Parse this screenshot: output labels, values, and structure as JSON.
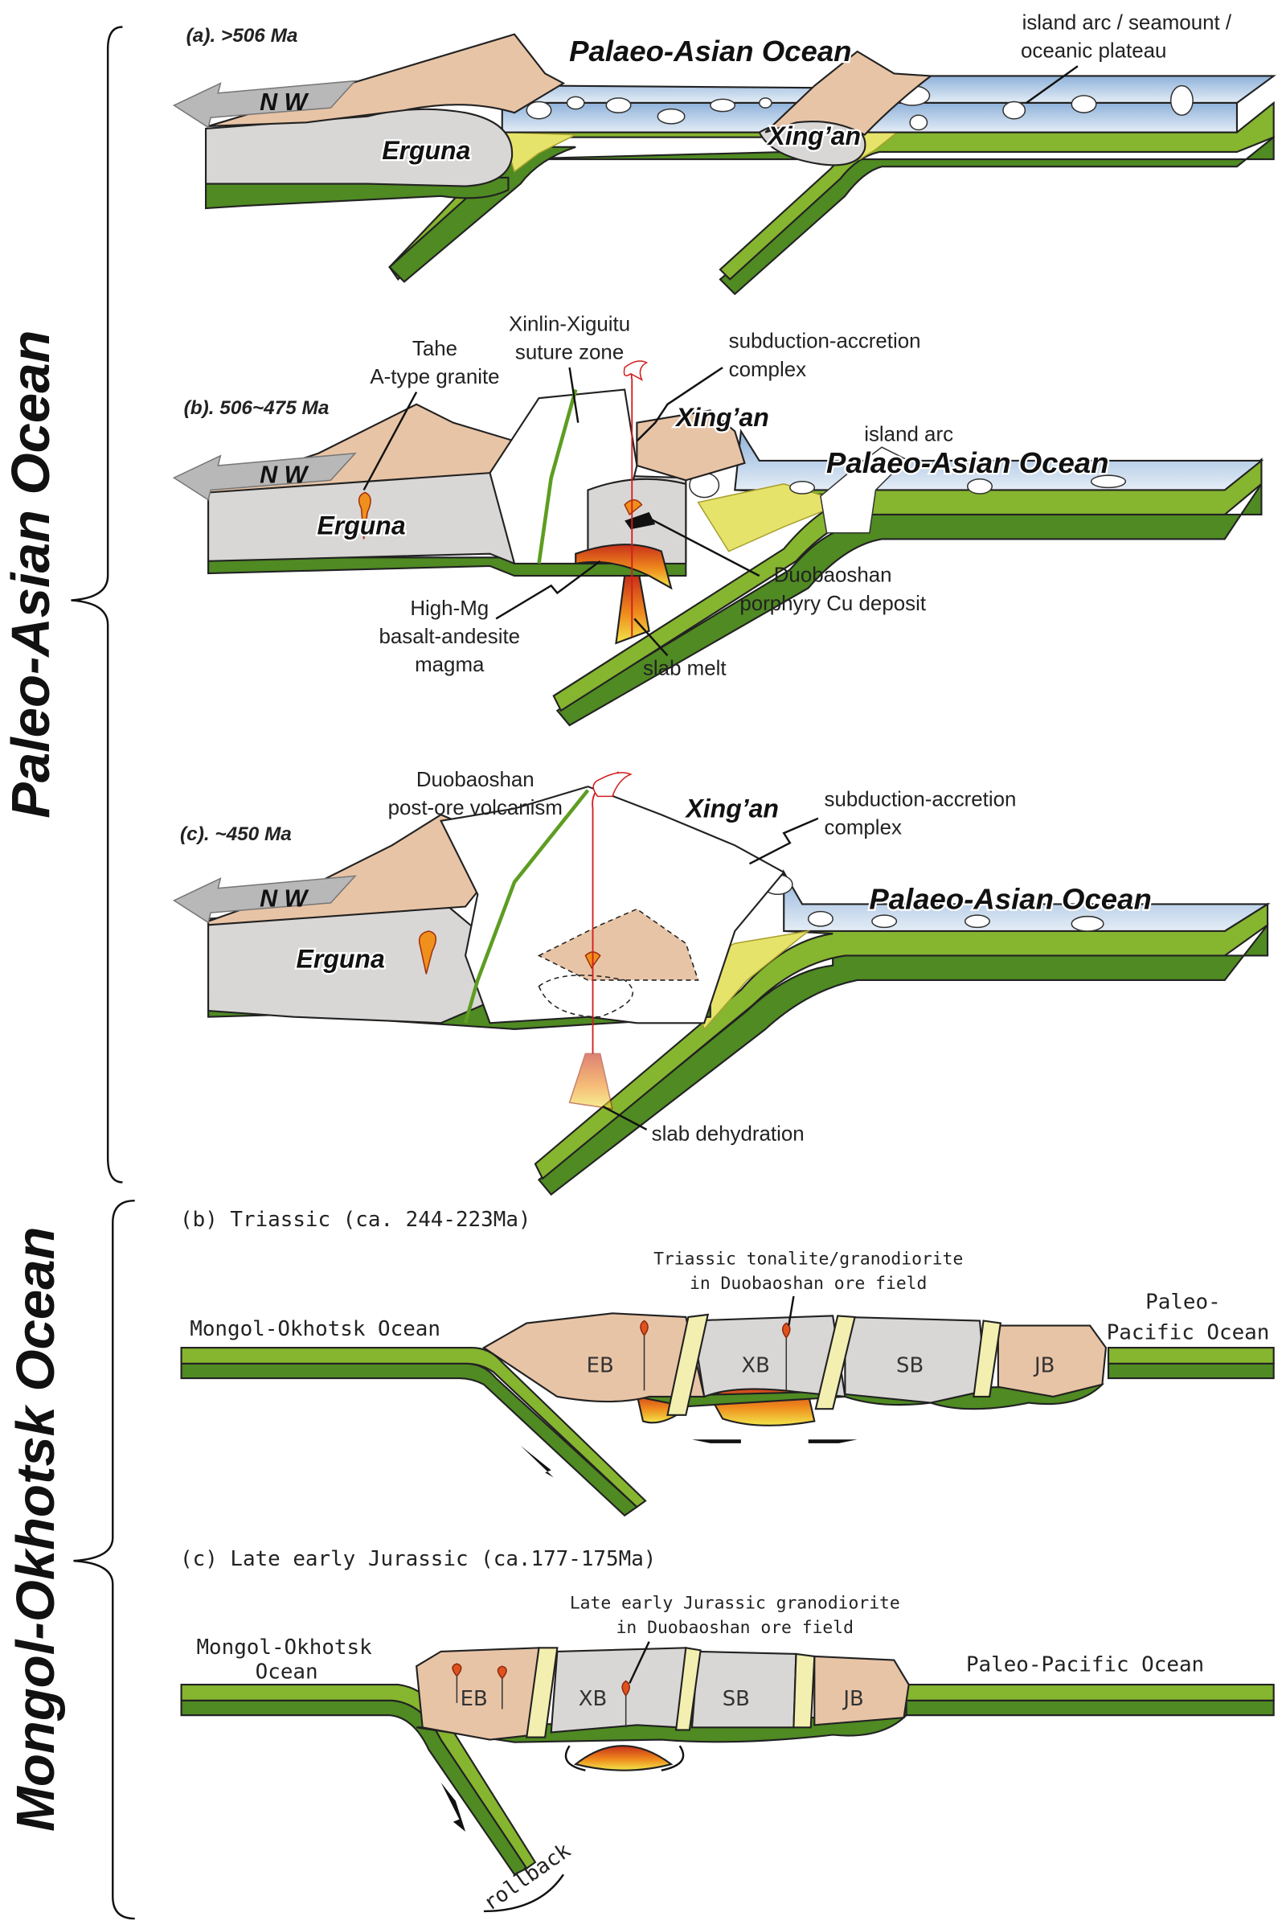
{
  "colors": {
    "continental_crust": "#d9d7d5",
    "mountain": "#e8c4a6",
    "ocean": "#a9c5e2",
    "oceanic_slab": "#86b52f",
    "lithosphere": "#4f8a22",
    "accretion_wedge": "#e6e36a",
    "suture": "#f3efb0",
    "magma": "#e0521c"
  },
  "brackets": {
    "upper": "Paleo-Asian Ocean",
    "lower": "Mongol-Okhotsk Ocean"
  },
  "panel_a": {
    "stage": "(a). >506 Ma",
    "direction": "N W",
    "ocean": "Palaeo-Asian Ocean",
    "terranes": [
      "Erguna",
      "Xing’an"
    ],
    "callout": [
      "island arc / seamount /",
      "oceanic plateau"
    ]
  },
  "panel_b": {
    "stage": "(b). 506~475 Ma",
    "direction": "N W",
    "ocean": "Palaeo-Asian Ocean",
    "terranes": [
      "Erguna",
      "Xing’an"
    ],
    "labels": {
      "tahe": [
        "Tahe",
        "A-type granite"
      ],
      "suture": [
        "Xinlin-Xiguitu",
        "suture zone"
      ],
      "accretion": [
        "subduction-accretion",
        "complex"
      ],
      "island_arc": "island arc",
      "deposit": [
        "Duobaoshan",
        "porphyry Cu deposit"
      ],
      "magma": [
        "High-Mg",
        "basalt-andesite",
        "magma"
      ],
      "slab_melt": "slab melt"
    }
  },
  "panel_c": {
    "stage": "(c). ~450 Ma",
    "direction": "N W",
    "ocean": "Palaeo-Asian Ocean",
    "terranes": [
      "Erguna",
      "Xing’an"
    ],
    "labels": {
      "volcanism": [
        "Duobaoshan",
        "post-ore volcanism"
      ],
      "accretion": [
        "subduction-accretion",
        "complex"
      ],
      "dehydration": "slab dehydration"
    }
  },
  "panel_triassic": {
    "stage": "(b) Triassic (ca. 244-223Ma)",
    "left_ocean": "Mongol-Okhotsk Ocean",
    "right_ocean": [
      "Paleo-",
      "Pacific Ocean"
    ],
    "intrusion": [
      "Triassic tonalite/granodiorite",
      "in Duobaoshan ore field"
    ],
    "blocks": [
      "EB",
      "XB",
      "SB",
      "JB"
    ]
  },
  "panel_jurassic": {
    "stage": "(c) Late early Jurassic (ca.177-175Ma)",
    "left_ocean": [
      "Mongol-Okhotsk",
      "Ocean"
    ],
    "right_ocean": "Paleo-Pacific Ocean",
    "intrusion": [
      "Late early Jurassic granodiorite",
      "in Duobaoshan ore field"
    ],
    "blocks": [
      "EB",
      "XB",
      "SB",
      "JB"
    ],
    "rollback": "rollback"
  }
}
